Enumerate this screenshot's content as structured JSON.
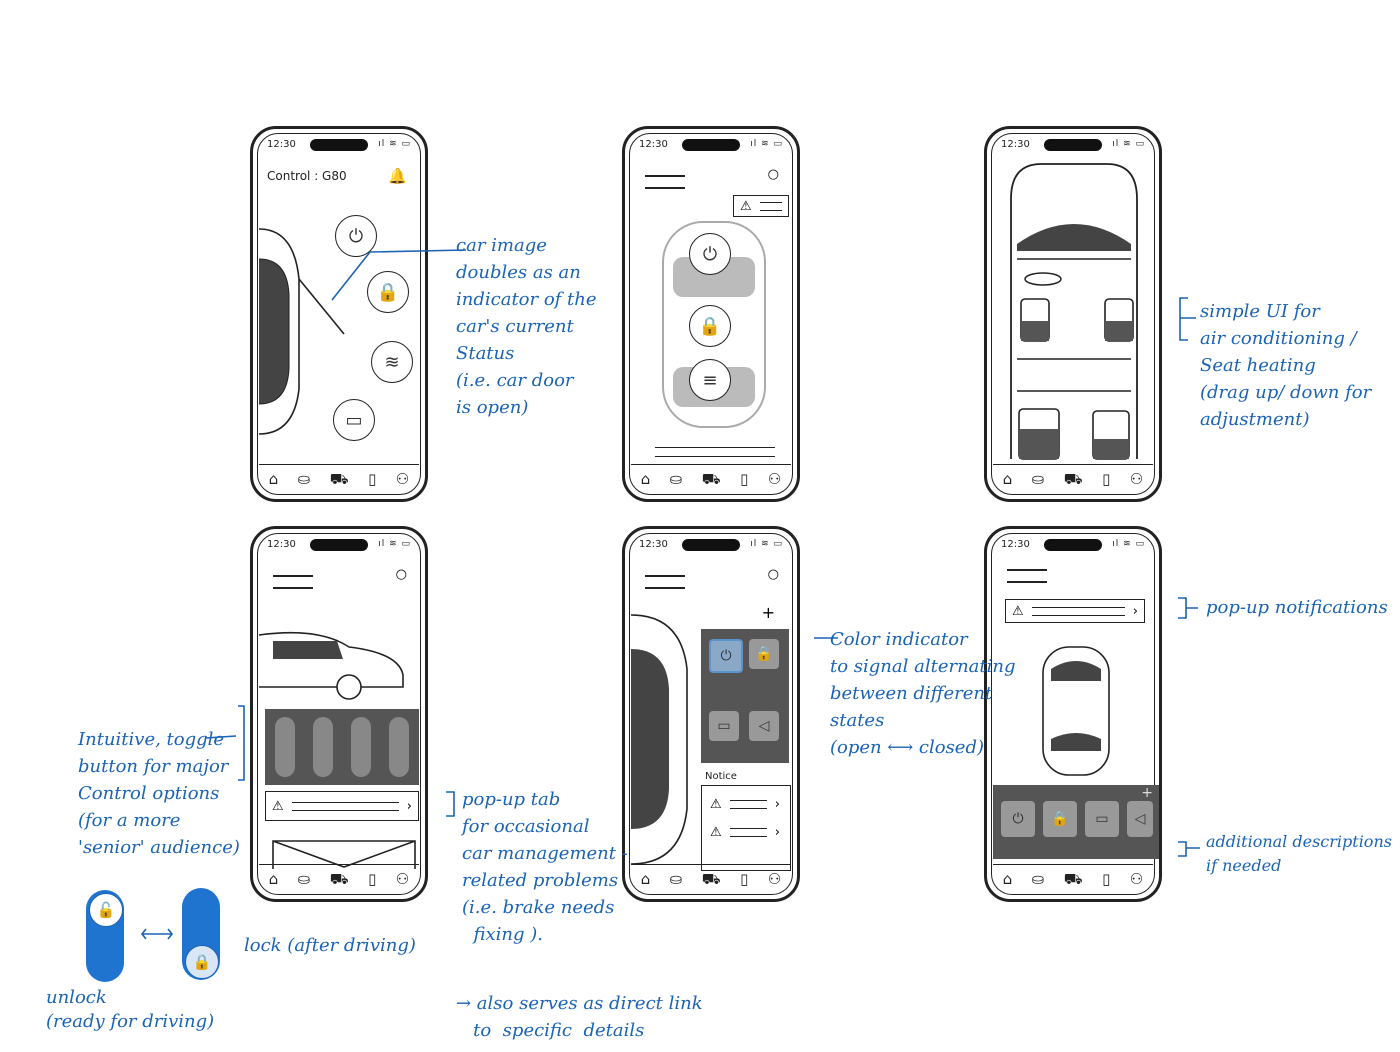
{
  "status_bar": {
    "time": "12:30",
    "indicators": "ıl ≋ ▭"
  },
  "tab_icons": [
    "⌂",
    "⛀",
    "⛟",
    "▯",
    "⚇"
  ],
  "phone1": {
    "title": "Control : G80",
    "bell_icon": "bell-icon",
    "buttons": [
      "⏻",
      "🔒",
      "≋",
      "▭"
    ]
  },
  "phone2": {
    "buttons": [
      "⏻",
      "🔒",
      "≡"
    ]
  },
  "phone5": {
    "notice_label": "Notice"
  },
  "annotations": {
    "car_image": "car image\ndoubles as an\nindicator of the\ncar's current\nStatus\n(i.e. car door\nis open)",
    "simple_ui": "simple UI for\nair conditioning /\nSeat heating\n(drag up/ down for\nadjustment)",
    "toggle_button": "Intuitive, toggle\nbutton for major\nControl options\n(for a more\n'senior' audience)",
    "popup_tab": "pop-up tab\nfor occasional\ncar management -\nrelated problems\n(i.e. brake needs\n  fixing ).",
    "direct_link": "→ also serves as direct link\n   to  specific  details",
    "color_indicator": "Color indicator\nto signal alternating\nbetween different\nstates\n(open ⟷ closed)",
    "popup_notifications": "pop-up notifications",
    "additional_descriptions": "additional descriptions\nif needed",
    "lock_label": "lock (after driving)",
    "unlock_label": "unlock\n(ready for driving)"
  },
  "colors": {
    "annotation": "#1b63b5",
    "toggle": "#1f74cf",
    "ink": "#222222"
  }
}
